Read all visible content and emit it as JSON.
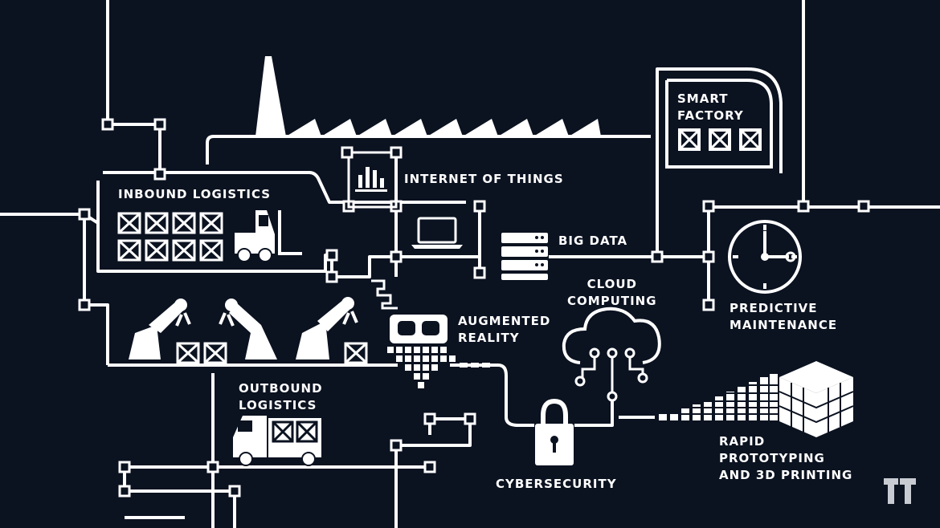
{
  "labels": {
    "smart_factory": [
      "SMART",
      "FACTORY"
    ],
    "inbound_logistics": [
      "INBOUND LOGISTICS"
    ],
    "internet_of_things": [
      "INTERNET OF THINGS"
    ],
    "big_data": [
      "BIG DATA"
    ],
    "cloud_computing": [
      "CLOUD",
      "COMPUTING"
    ],
    "augmented_reality": [
      "AUGMENTED",
      "REALITY"
    ],
    "predictive_maintenance": [
      "PREDICTIVE",
      "MAINTENANCE"
    ],
    "outbound_logistics": [
      "OUTBOUND",
      "LOGISTICS"
    ],
    "cybersecurity": [
      "CYBERSECURITY"
    ],
    "rapid_prototyping": [
      "RAPID",
      "PROTOTYPING",
      "AND 3D PRINTING"
    ]
  },
  "colors": {
    "background": "#0b1220",
    "foreground": "#ffffff"
  },
  "icons": [
    "factory-icon",
    "smart-factory-icon",
    "forklift-icon",
    "crate-icon",
    "iot-chart-icon",
    "laptop-icon",
    "server-icon",
    "clock-icon",
    "vr-headset-icon",
    "robot-arm-icon",
    "cloud-icon",
    "padlock-icon",
    "cube-3d-icon",
    "delivery-truck-icon",
    "brand-logo-icon"
  ]
}
